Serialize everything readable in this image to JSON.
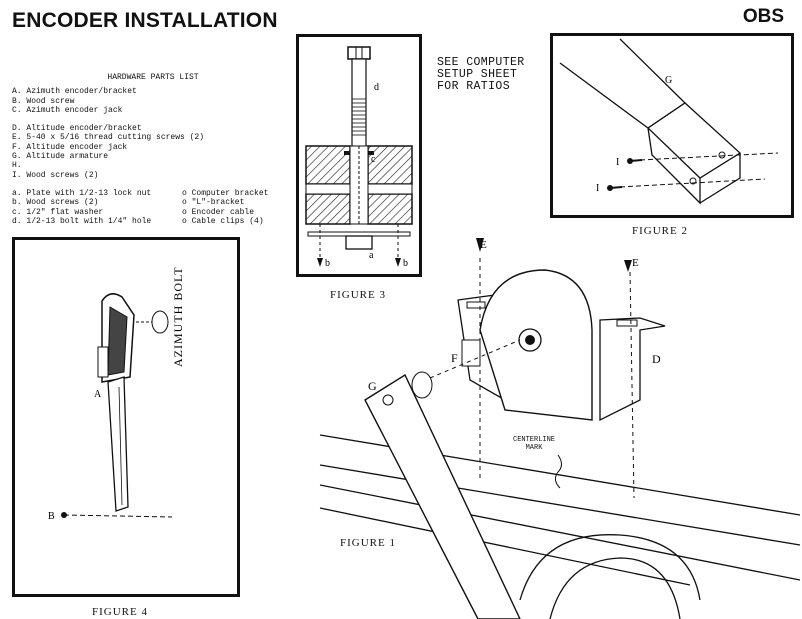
{
  "header": {
    "title": "ENCODER INSTALLATION",
    "brand": "OBS"
  },
  "parts_list": {
    "heading": "HARDWARE PARTS LIST",
    "group1": [
      "A. Azimuth encoder/bracket",
      "B. Wood screw",
      "C. Azimuth encoder jack"
    ],
    "group2": [
      "D. Altitude encoder/bracket",
      "E. 5-40 x 5/16 thread cutting screws (2)",
      "F. Altitude encoder jack",
      "G. Altitude armature",
      "H.",
      "I. Wood screws (2)"
    ],
    "group3_left": [
      "a. Plate with 1/2-13 lock nut",
      "b. Wood screws (2)",
      "c. 1/2\" flat washer",
      "d. 1/2-13 bolt with 1/4\" hole"
    ],
    "group3_right": [
      "o Computer bracket",
      "o \"L\"-bracket",
      "o Encoder cable",
      "o Cable clips (4)"
    ]
  },
  "note": "SEE COMPUTER\nSETUP SHEET\nFOR RATIOS",
  "figures": {
    "fig1": {
      "caption": "FIGURE 1",
      "labels": {
        "e1": "E",
        "e2": "E",
        "f": "F",
        "g": "G",
        "d": "D",
        "mark": "CENTERLINE\nMARK"
      }
    },
    "fig2": {
      "caption": "FIGURE 2",
      "labels": {
        "g": "G",
        "i1": "I",
        "i2": "I"
      }
    },
    "fig3": {
      "caption": "FIGURE 3",
      "labels": {
        "d": "d",
        "c": "c",
        "a": "a",
        "b1": "b",
        "b2": "b"
      }
    },
    "fig4": {
      "caption": "FIGURE 4",
      "labels": {
        "a": "A",
        "b": "B",
        "bolt": "AZIMUTH BOLT"
      }
    }
  }
}
